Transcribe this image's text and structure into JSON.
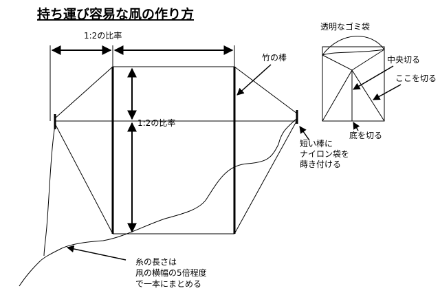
{
  "title": "持ち運び容易な凧の作り方",
  "labels": {
    "ratio_top": "1:2の比率",
    "ratio_side": "1:2の比率",
    "bamboo": "竹の棒",
    "short_stick_1": "短い棒に",
    "short_stick_2": "ナイロン袋を",
    "short_stick_3": "蒔き付ける",
    "string_1": "糸の長さは",
    "string_2": "凧の横幅の5倍程度",
    "string_3": "で一本にまとめる",
    "bag": "透明なゴミ袋",
    "cut_center": "中央切る",
    "cut_here": "ここを切る",
    "cut_bottom": "底を切る"
  },
  "colors": {
    "line": "#000000",
    "background": "#ffffff"
  }
}
